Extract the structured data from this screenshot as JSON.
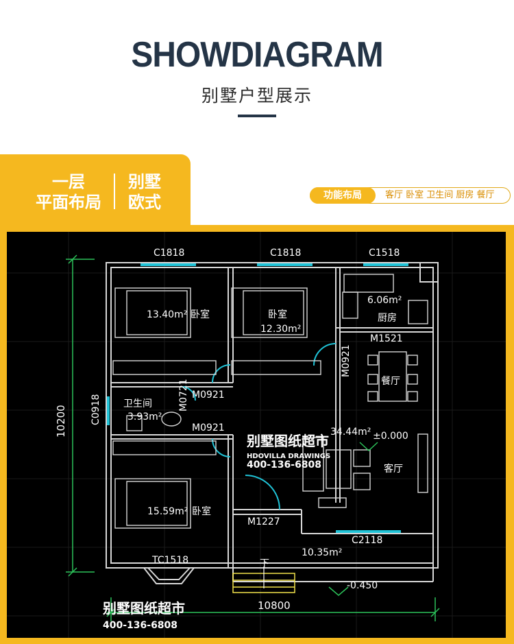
{
  "header": {
    "title": "SHOWDIAGRAM",
    "subtitle": "别墅户型展示"
  },
  "banner": {
    "floor_label_line1": "一层",
    "floor_label_line2": "平面布局",
    "style_label_line1": "别墅",
    "style_label_line2": "欧式",
    "function_tag": "功能布局",
    "function_list": "客厅 卧室 卫生间 厨房 餐厅"
  },
  "plan": {
    "windows": {
      "w1": "C1818",
      "w2": "C1818",
      "w3": "C1518",
      "w4": "C0918",
      "w5": "C2118",
      "w6": "TC1518"
    },
    "doors": {
      "d1": "M1521",
      "d2": "M0921",
      "d3": "M0921",
      "d4": "M0921",
      "d5": "M0721",
      "d6": "M1227"
    },
    "rooms": {
      "bedroom1_area": "13.40m²",
      "bedroom1_name": "卧室",
      "bedroom2_name": "卧室",
      "bedroom2_area": "12.30m²",
      "kitchen_area": "6.06m²",
      "kitchen_name": "厨房",
      "dining_name": "餐厅",
      "bath_name": "卫生间",
      "bath_area": "3.93m²",
      "living_area": "34.44m²",
      "living_level": "±0.000",
      "living_name": "客厅",
      "bedroom3_area": "15.59m²",
      "bedroom3_name": "卧室",
      "terrace_area": "10.35m²",
      "stair_down": "下",
      "outside_level": "-0.450"
    },
    "dimensions": {
      "height": "10200",
      "width": "10800"
    },
    "watermark": {
      "text": "别墅图纸超市",
      "sub": "HDOVILLA DRAWINGS",
      "phone": "400-136-6808"
    }
  }
}
